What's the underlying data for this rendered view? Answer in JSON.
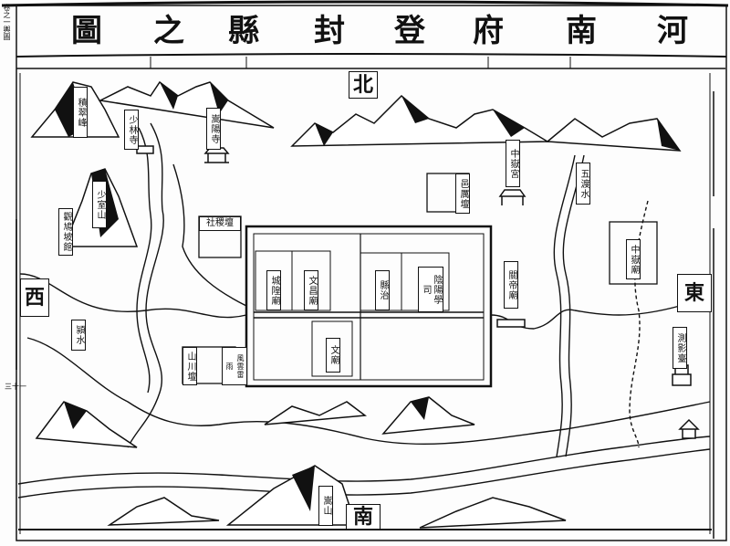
{
  "title": [
    "河",
    "南",
    "府",
    "登",
    "封",
    "縣",
    "之",
    "圖"
  ],
  "margin_note": "卷之一輿圖",
  "page_number": "三十一",
  "directions": {
    "north": "北",
    "south": "南",
    "east": "東",
    "west": "西"
  },
  "labels": {
    "peak": "積翠峰",
    "shaolin": "少林寺",
    "songyang": "嵩陽寺",
    "shaoshi": "少室山",
    "guan": "觀鳩坡館",
    "sheji": "社稷壇",
    "ying_river": "潁水",
    "shanchuan": "山川壇",
    "fengyun": "風雲雷雨",
    "yili": "邑厲壇",
    "zhongyue_gong": "中嶽宮",
    "wudu": "五渡水",
    "zhongyue_miao": "中嶽廟",
    "guandi": "關帝廟",
    "ceying": "測影臺",
    "songshan": "嵩山"
  },
  "city": {
    "chenghuang": "城隍廟",
    "wenchang": "文昌廟",
    "xianzhi": "縣治",
    "yinyang": "陰陽學司",
    "wenmiao": "文廟"
  }
}
